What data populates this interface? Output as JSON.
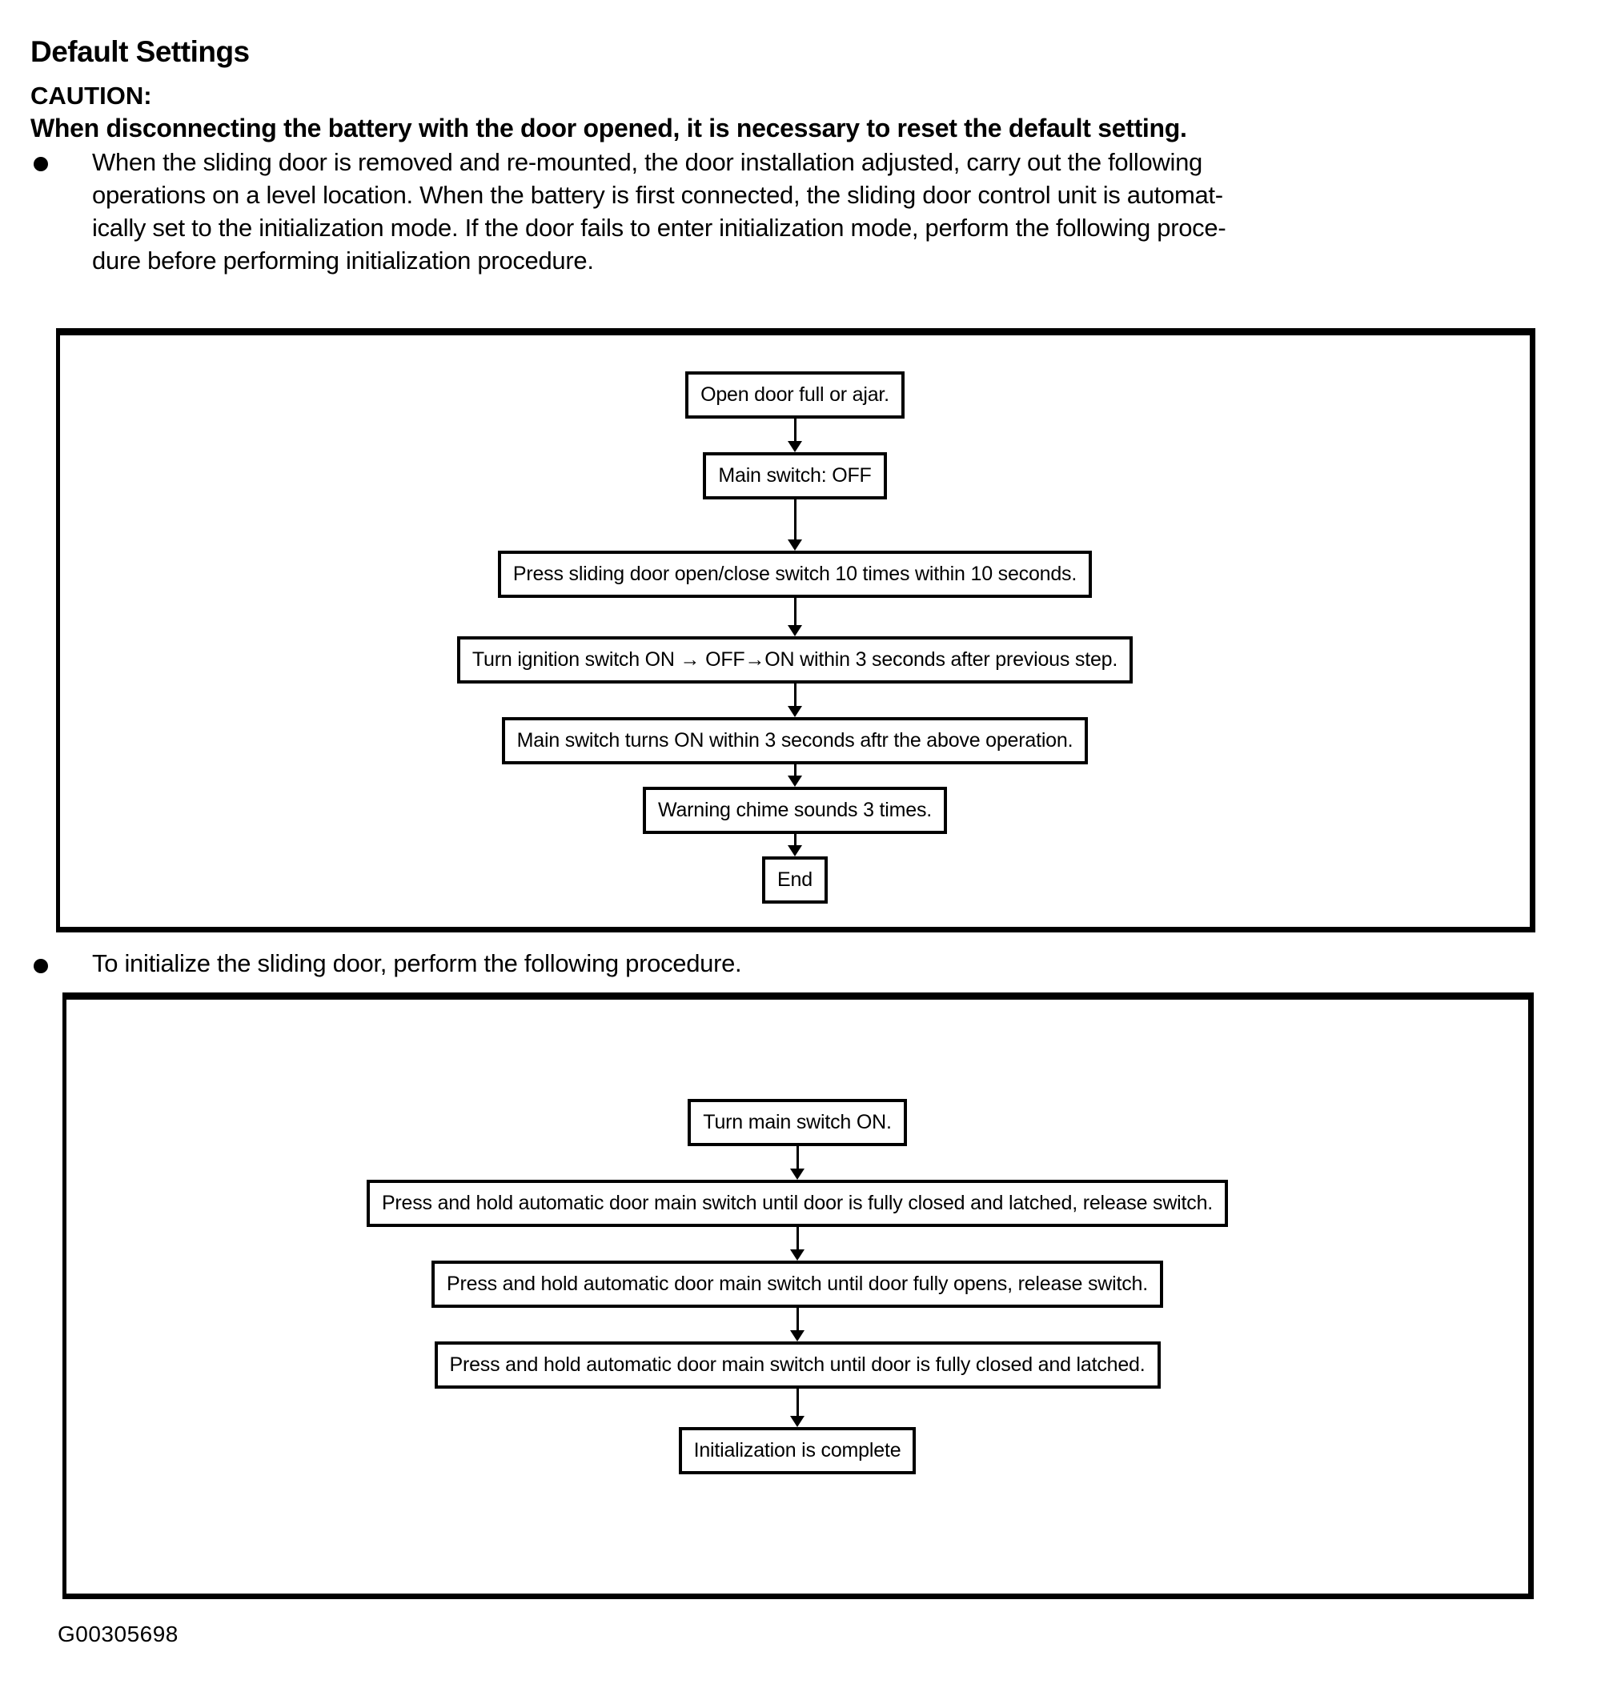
{
  "page": {
    "title": "Default Settings",
    "caution_label": "CAUTION:",
    "caution_text": "When disconnecting the battery with the door opened, it is necessary to reset the default setting.",
    "para_lines": [
      "When the sliding door is removed and re-mounted, the door installation adjusted, carry out the following",
      "operations on a level location. When the battery is first connected, the sliding door control unit is automat-",
      "ically set to the initialization mode. If the door fails to enter initialization mode, perform the following proce-",
      "dure before performing initialization procedure."
    ],
    "bullet2": "To initialize the sliding door, perform the following procedure.",
    "figure_id": "G00305698"
  },
  "flowchart1": {
    "steps": [
      "Open door full or ajar.",
      "Main switch: OFF",
      "Press sliding door open/close switch 10 times within 10 seconds.",
      "Turn ignition switch ON → OFF→ON within 3 seconds after previous step.",
      "Main switch turns ON within 3 seconds aftr the above operation.",
      "Warning chime sounds 3 times.",
      "End"
    ]
  },
  "flowchart2": {
    "steps": [
      "Turn main switch ON.",
      "Press and hold automatic door main switch until door is fully closed and latched, release switch.",
      "Press and hold automatic door main switch until door fully opens, release switch.",
      "Press and hold automatic door main switch until door is fully closed and latched.",
      "Initialization is complete"
    ]
  }
}
